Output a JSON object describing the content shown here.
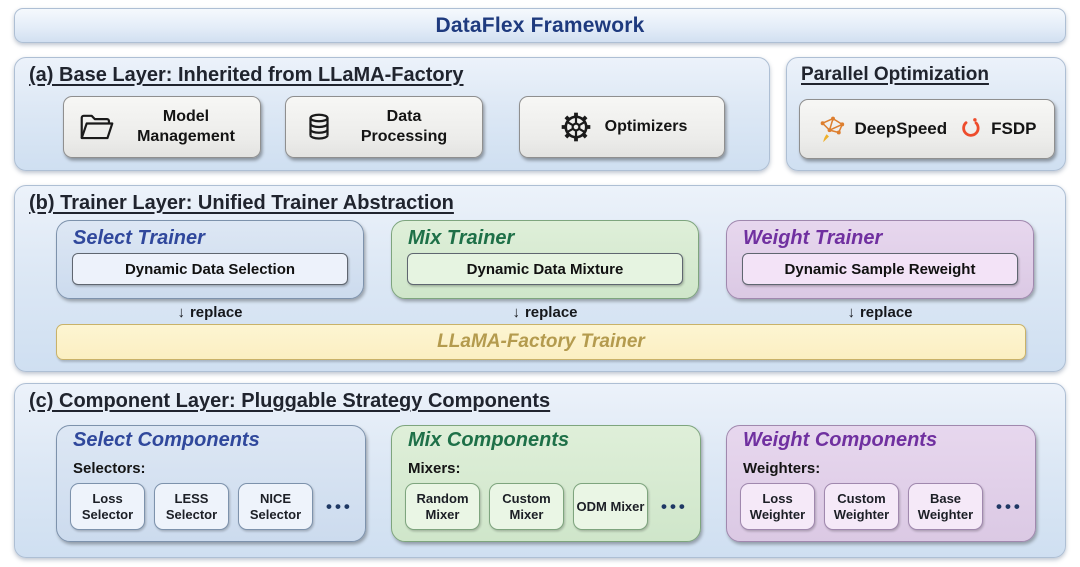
{
  "title": "DataFlex Framework",
  "base_layer": {
    "heading": "(a) Base Layer: Inherited from LLaMA-Factory",
    "cards": [
      {
        "label": "Model Management",
        "icon": "folder-icon"
      },
      {
        "label": "Data Processing",
        "icon": "database-icon"
      },
      {
        "label": "Optimizers",
        "icon": "gear-icon"
      }
    ]
  },
  "parallel_optimization": {
    "heading": "Parallel Optimization",
    "items": [
      {
        "label": "DeepSpeed",
        "icon": "deepspeed-network-icon"
      },
      {
        "label": "FSDP",
        "icon": "pytorch-flame-icon"
      }
    ]
  },
  "trainer_layer": {
    "heading": "(b) Trainer Layer: Unified Trainer Abstraction",
    "trainers": [
      {
        "title": "Select Trainer",
        "box": "Dynamic Data Selection"
      },
      {
        "title": "Mix Trainer",
        "box": "Dynamic Data Mixture"
      },
      {
        "title": "Weight Trainer",
        "box": "Dynamic Sample Reweight"
      }
    ],
    "replace": {
      "arrow": "↓",
      "label": "replace"
    },
    "base_trainer": "LLaMA-Factory Trainer"
  },
  "component_layer": {
    "heading": "(c) Component Layer: Pluggable Strategy Components",
    "groups": [
      {
        "title": "Select Components",
        "list_label": "Selectors:",
        "chips": [
          "Loss Selector",
          "LESS Selector",
          "NICE Selector"
        ],
        "more": "•••"
      },
      {
        "title": "Mix Components",
        "list_label": "Mixers:",
        "chips": [
          "Random Mixer",
          "Custom Mixer",
          "ODM Mixer"
        ],
        "more": "•••"
      },
      {
        "title": "Weight Components",
        "list_label": "Weighters:",
        "chips": [
          "Loss Weighter",
          "Custom Weighter",
          "Base Weighter"
        ],
        "more": "•••"
      }
    ]
  },
  "colors": {
    "title_text": "#1e3a7e",
    "panel_background": "#dde8f5",
    "select_accent": "#30489c",
    "mix_accent": "#1e7048",
    "weight_accent": "#7030a0",
    "base_trainer_bar": "#fbefc2",
    "base_trainer_text": "#b49b4e",
    "deepspeed_orange": "#dd7e2e",
    "pytorch_orange": "#ee4c2c"
  }
}
